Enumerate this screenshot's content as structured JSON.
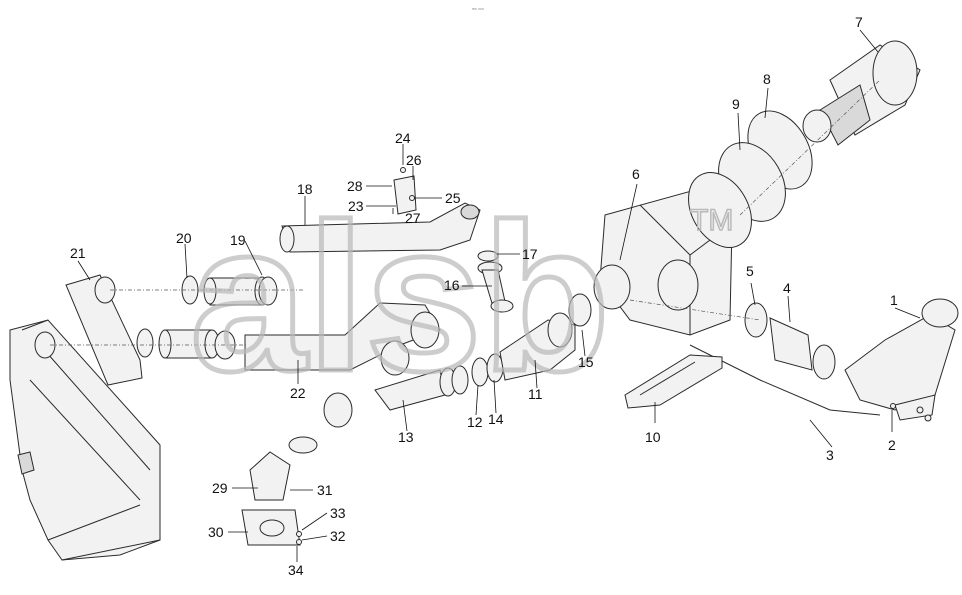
{
  "header_mark": "ᵐᵒ ᵒᵒᵒ",
  "watermark": {
    "text": "alsb",
    "tm": "TM"
  },
  "callouts": [
    "1",
    "2",
    "3",
    "4",
    "5",
    "6",
    "7",
    "8",
    "9",
    "10",
    "11",
    "12",
    "13",
    "14",
    "15",
    "16",
    "17",
    "18",
    "19",
    "20",
    "21",
    "22",
    "23",
    "24",
    "25",
    "26",
    "27",
    "28",
    "29",
    "30",
    "31",
    "32",
    "33",
    "34"
  ]
}
